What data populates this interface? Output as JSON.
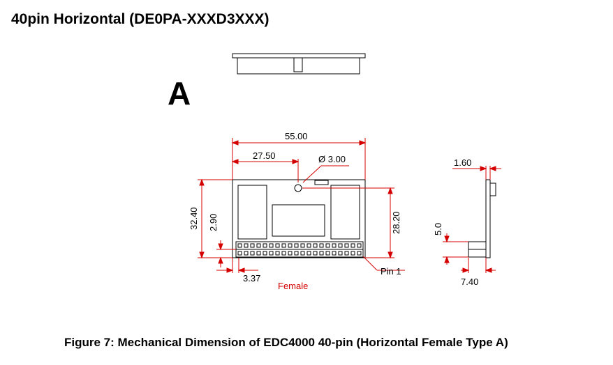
{
  "title": "40pin Horizontal (DE0PA-XXXD3XXX)",
  "type_letter": "A",
  "caption": "Figure 7: Mechanical Dimension of EDC4000 40-pin (Horizontal Female Type A)",
  "labels": {
    "width_total": "55.00",
    "half_width": "27.50",
    "hole_dia": "Ø 3.00",
    "height_total": "32.40",
    "connector_offset": "2.90",
    "height_hole": "28.20",
    "pin_offset": "3.37",
    "female": "Female",
    "pin1": "Pin 1",
    "thickness": "1.60",
    "conn_height": "5.0",
    "conn_depth": "7.40"
  },
  "colors": {
    "line": "#000000",
    "dimension": "#d40000",
    "component_fill": "#ffffff"
  }
}
